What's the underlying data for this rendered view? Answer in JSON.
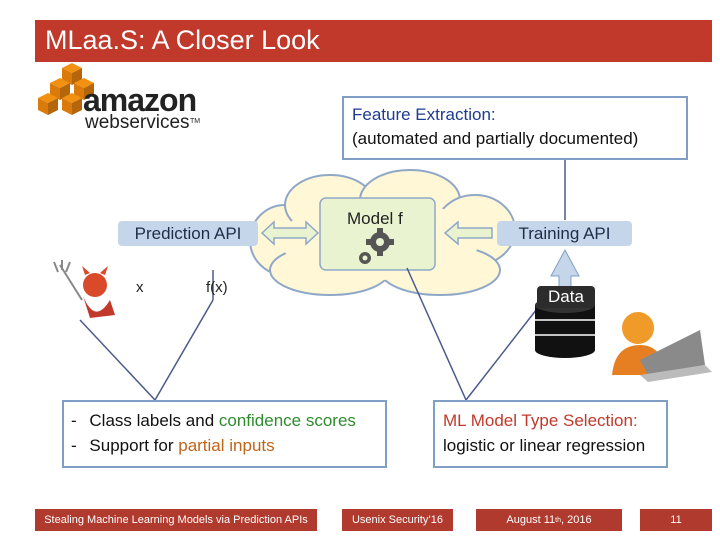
{
  "slide": {
    "title": "MLaa.S: A Closer Look",
    "logo": {
      "word1": "amazon",
      "word2": "webservices",
      "tm": "TM"
    },
    "feature_box": {
      "line1": "Feature Extraction:",
      "line2": "(automated and partially documented)"
    },
    "model_label": "Model f",
    "prediction_api": "Prediction API",
    "training_api": "Training API",
    "x_label": "x",
    "fx_label": "f(x)",
    "data_label": "Data",
    "labels_box": {
      "bullet": "-",
      "line1_a": "Class labels and ",
      "line1_b": "confidence scores",
      "line2_a": "Support for ",
      "line2_b": "partial inputs"
    },
    "ml_box": {
      "line1": "ML Model Type Selection:",
      "line2": "logistic or linear regression"
    },
    "footer": {
      "left": "Stealing Machine Learning Models via Prediction APIs",
      "middle": "Usenix Security’16",
      "date_prefix": "August 11",
      "date_sup": "th",
      "date_suffix": ", 2016",
      "page": "11"
    }
  },
  "colors": {
    "title_bg": "#c0392b",
    "footer_bg": "#b03a2e",
    "blue_text": "#1f3a8f",
    "green_text": "#2e8b2e",
    "orange_text": "#c0641a",
    "red_text": "#c0392b"
  }
}
